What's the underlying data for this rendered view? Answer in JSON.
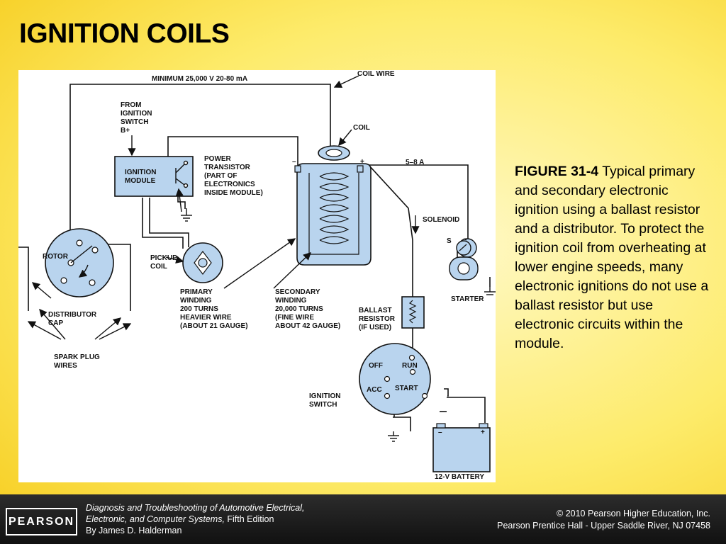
{
  "slide": {
    "title": "IGNITION COILS"
  },
  "caption": {
    "figure_label": "FIGURE 31-4",
    "text": " Typical primary and secondary electronic ignition using a ballast resistor and a distributor. To protect the ignition coil from overheating at lower engine speeds, many electronic ignitions do not use a ballast resistor but use electronic circuits within the module."
  },
  "diagram": {
    "labels": {
      "min_voltage": "MINIMUM 25,000 V 20-80 mA",
      "coil_wire": "COIL WIRE",
      "from_switch": [
        "FROM",
        "IGNITION",
        "SWITCH",
        "B+"
      ],
      "coil": "COIL",
      "ignition_module": [
        "IGNITION",
        "MODULE"
      ],
      "power_transistor": [
        "POWER",
        "TRANSISTOR",
        "(PART OF",
        "ELECTRONICS",
        "INSIDE MODULE)"
      ],
      "minus": "–",
      "plus": "+",
      "current": "5–8 A",
      "solenoid": "SOLENOID",
      "s": "S",
      "rotor": "ROTOR",
      "pickup_coil": [
        "PICKUP",
        "COIL"
      ],
      "starter": "STARTER",
      "primary_winding": [
        "PRIMARY",
        "WINDING",
        "200 TURNS",
        "HEAVIER WIRE",
        "(ABOUT 21 GAUGE)"
      ],
      "secondary_winding": [
        "SECONDARY",
        "WINDING",
        "20,000 TURNS",
        "(FINE WIRE",
        "ABOUT 42 GAUGE)"
      ],
      "ballast_resistor": [
        "BALLAST",
        "RESISTOR",
        "(IF USED)"
      ],
      "distributor_cap": [
        "DISTRIBUTOR",
        "CAP"
      ],
      "spark_plug_wires": [
        "SPARK PLUG",
        "WIRES"
      ],
      "off": "OFF",
      "run": "RUN",
      "acc": "ACC",
      "start": "START",
      "ignition_switch": [
        "IGNITION",
        "SWITCH"
      ],
      "battery": "12-V BATTERY",
      "battery_minus": "–",
      "battery_plus": "+"
    },
    "colors": {
      "component_fill": "#b9d4ee",
      "line": "#111111"
    }
  },
  "footer": {
    "logo": "PEARSON",
    "book_title_line1": "Diagnosis and Troubleshooting of Automotive Electrical,",
    "book_title_line2": "Electronic, and Computer Systems,",
    "edition": " Fifth Edition",
    "author": "By James D. Halderman",
    "copyright_line1": "© 2010 Pearson Higher Education, Inc.",
    "copyright_line2": "Pearson Prentice Hall - Upper Saddle River, NJ 07458"
  }
}
